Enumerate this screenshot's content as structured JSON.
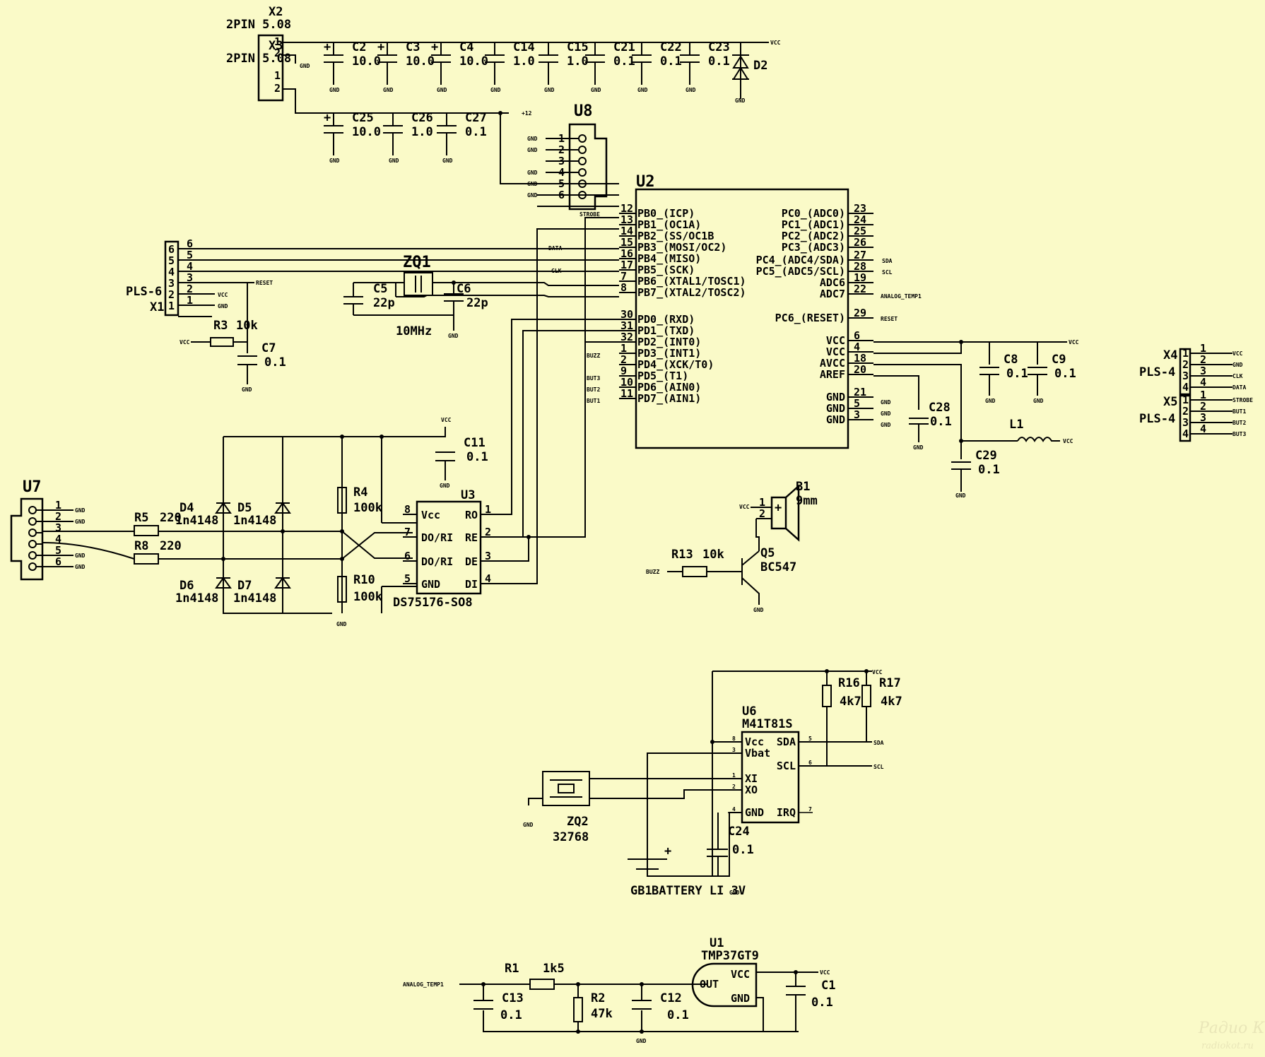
{
  "components": {
    "x2": {
      "ref": "X2",
      "type": "2PIN 5.08"
    },
    "x3": {
      "ref": "X3",
      "type": "2PIN 5.08"
    },
    "u2": {
      "ref": "U2"
    },
    "u8": {
      "ref": "U8"
    },
    "u7": {
      "ref": "U7"
    },
    "u3": {
      "ref": "U3",
      "part": "DS75176-SO8"
    },
    "u6": {
      "ref": "U6",
      "part": "M41T81S"
    },
    "u1": {
      "ref": "U1",
      "part": "TMP37GT9"
    },
    "x1": {
      "ref": "X1",
      "type": "PLS-6"
    },
    "x4": {
      "ref": "X4",
      "type": "PLS-4"
    },
    "x5": {
      "ref": "X5",
      "type": "PLS-4"
    },
    "zq1": {
      "ref": "ZQ1",
      "value": "10MHz"
    },
    "zq2": {
      "ref": "ZQ2",
      "value": "32768"
    },
    "d2": {
      "ref": "D2"
    },
    "d4": {
      "ref": "D4",
      "value": "1n4148"
    },
    "d5": {
      "ref": "D5",
      "value": "1n4148"
    },
    "d6": {
      "ref": "D6",
      "value": "1n4148"
    },
    "d7": {
      "ref": "D7",
      "value": "1n4148"
    },
    "b1": {
      "ref": "B1",
      "value": "9mm"
    },
    "q5": {
      "ref": "Q5",
      "value": "BC547"
    },
    "l1": {
      "ref": "L1"
    },
    "gb1": {
      "ref": "GB1",
      "value": "BATTERY LI 3V"
    },
    "r1": {
      "ref": "R1",
      "value": "1k5"
    },
    "r2": {
      "ref": "R2",
      "value": "47k"
    },
    "r3": {
      "ref": "R3",
      "value": "10k"
    },
    "r4": {
      "ref": "R4",
      "value": "100k"
    },
    "r5": {
      "ref": "R5",
      "value": "220"
    },
    "r8": {
      "ref": "R8",
      "value": "220"
    },
    "r10": {
      "ref": "R10",
      "value": "100k"
    },
    "r13": {
      "ref": "R13",
      "value": "10k"
    },
    "r16": {
      "ref": "R16",
      "value": "4k7"
    },
    "r17": {
      "ref": "R17",
      "value": "4k7"
    }
  },
  "capacitors_top": [
    {
      "ref": "C2",
      "value": "10.0"
    },
    {
      "ref": "C3",
      "value": "10.0"
    },
    {
      "ref": "C4",
      "value": "10.0"
    },
    {
      "ref": "C14",
      "value": "1.0"
    },
    {
      "ref": "C15",
      "value": "1.0"
    },
    {
      "ref": "C21",
      "value": "0.1"
    },
    {
      "ref": "C22",
      "value": "0.1"
    },
    {
      "ref": "C23",
      "value": "0.1"
    }
  ],
  "capacitors_second": [
    {
      "ref": "C25",
      "value": "10.0"
    },
    {
      "ref": "C26",
      "value": "1.0"
    },
    {
      "ref": "C27",
      "value": "0.1"
    }
  ],
  "capacitors_misc": {
    "c5": {
      "ref": "C5",
      "value": "22p"
    },
    "c6": {
      "ref": "C6",
      "value": "22p"
    },
    "c7": {
      "ref": "C7",
      "value": "0.1"
    },
    "c8": {
      "ref": "C8",
      "value": "0.1"
    },
    "c9": {
      "ref": "C9",
      "value": "0.1"
    },
    "c11": {
      "ref": "C11",
      "value": "0.1"
    },
    "c28": {
      "ref": "C28",
      "value": "0.1"
    },
    "c29": {
      "ref": "C29",
      "value": "0.1"
    },
    "c24": {
      "ref": "C24",
      "value": "0.1"
    },
    "c13": {
      "ref": "C13",
      "value": "0.1"
    },
    "c12": {
      "ref": "C12",
      "value": "0.1"
    },
    "c1": {
      "ref": "C1",
      "value": "0.1"
    }
  },
  "u2_left_pins": [
    {
      "num": "12",
      "name": "PB0_(ICP)"
    },
    {
      "num": "13",
      "name": "PB1_(OC1A)"
    },
    {
      "num": "14",
      "name": "PB2_(SS/OC1B"
    },
    {
      "num": "15",
      "name": "PB3_(MOSI/OC2)"
    },
    {
      "num": "16",
      "name": "PB4_(MISO)"
    },
    {
      "num": "17",
      "name": "PB5_(SCK)"
    },
    {
      "num": "7",
      "name": "PB6_(XTAL1/TOSC1)"
    },
    {
      "num": "8",
      "name": "PB7_(XTAL2/TOSC2)"
    },
    {
      "num": "30",
      "name": "PD0_(RXD)"
    },
    {
      "num": "31",
      "name": "PD1_(TXD)"
    },
    {
      "num": "32",
      "name": "PD2_(INT0)"
    },
    {
      "num": "1",
      "name": "PD3_(INT1)"
    },
    {
      "num": "2",
      "name": "PD4_(XCK/T0)"
    },
    {
      "num": "9",
      "name": "PD5_(T1)"
    },
    {
      "num": "10",
      "name": "PD6_(AIN0)"
    },
    {
      "num": "11",
      "name": "PD7_(AIN1)"
    }
  ],
  "u2_right_pins": [
    {
      "num": "23",
      "name": "PC0_(ADC0)"
    },
    {
      "num": "24",
      "name": "PC1_(ADC1)"
    },
    {
      "num": "25",
      "name": "PC2_(ADC2)"
    },
    {
      "num": "26",
      "name": "PC3_(ADC3)"
    },
    {
      "num": "27",
      "name": "PC4_(ADC4/SDA)"
    },
    {
      "num": "28",
      "name": "PC5_(ADC5/SCL)"
    },
    {
      "num": "19",
      "name": "ADC6"
    },
    {
      "num": "22",
      "name": "ADC7"
    },
    {
      "num": "29",
      "name": "PC6_(RESET)"
    },
    {
      "num": "6",
      "name": "VCC"
    },
    {
      "num": "4",
      "name": "VCC"
    },
    {
      "num": "18",
      "name": "AVCC"
    },
    {
      "num": "20",
      "name": "AREF"
    },
    {
      "num": "21",
      "name": "GND"
    },
    {
      "num": "5",
      "name": "GND"
    },
    {
      "num": "3",
      "name": "GND"
    }
  ],
  "u3_pins": [
    {
      "num": "8",
      "name": "Vcc"
    },
    {
      "num": "7",
      "name": "DO/RI"
    },
    {
      "num": "6",
      "name": "DO/RI"
    },
    {
      "num": "5",
      "name": "GND"
    },
    {
      "num": "1",
      "name": "RO"
    },
    {
      "num": "2",
      "name": "RE"
    },
    {
      "num": "3",
      "name": "DE"
    },
    {
      "num": "4",
      "name": "DI"
    }
  ],
  "u6_pins": [
    {
      "num": "8",
      "name": "Vcc"
    },
    {
      "num": "3",
      "name": "Vbat"
    },
    {
      "num": "1",
      "name": "XI"
    },
    {
      "num": "2",
      "name": "XO"
    },
    {
      "num": "4",
      "name": "GND"
    },
    {
      "num": "5",
      "name": "SDA"
    },
    {
      "num": "6",
      "name": "SCL"
    },
    {
      "num": "7",
      "name": "IRQ"
    }
  ],
  "u1_pins": {
    "out": "OUT",
    "vcc": "VCC",
    "gnd": "GND"
  },
  "x4_pins": [
    "VCC",
    "GND",
    "CLK",
    "DATA"
  ],
  "x5_pins": [
    "STROBE",
    "BUT1",
    "BUT2",
    "BUT3"
  ],
  "nets": {
    "vcc": "VCC",
    "gnd": "GND",
    "plus12": "+12",
    "data": "DATA",
    "clk": "CLK",
    "reset": "RESET",
    "strobe": "STROBE",
    "buzz": "BUZZ",
    "but1": "BUT1",
    "but2": "BUT2",
    "but3": "BUT3",
    "sda": "SDA",
    "scl": "SCL",
    "analog_temp1": "ANALOG_TEMP1"
  },
  "watermark": {
    "line1": "Радио КОТ",
    "line2": "radiokot.ru"
  }
}
